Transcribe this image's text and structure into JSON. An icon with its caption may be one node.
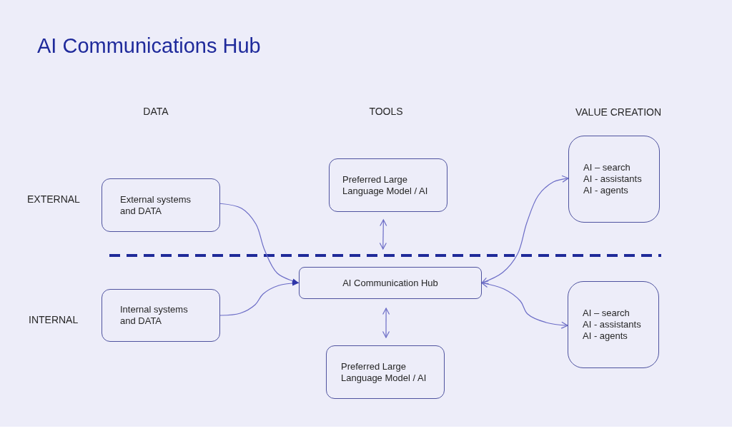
{
  "diagram": {
    "title": "AI Communications Hub",
    "nodes": [
      {
        "text": [
          "External systems and DATA"
        ]
      },
      {
        "text": [
          "Preferred Large Language Model / AI"
        ]
      },
      {
        "text": [
          "AI – search",
          "AI - assistants",
          "AI - agents"
        ]
      },
      {
        "text": [
          "AI Communication Hub"
        ]
      },
      {
        "text": [
          "Internal systems and DATA"
        ]
      },
      {
        "text": [
          "AI – search",
          "AI - assistants",
          "AI - agents"
        ]
      },
      {
        "text": [
          "Preferred Large Language Model / AI"
        ]
      }
    ],
    "edges": [
      {
        "from": 0,
        "to": 3,
        "arrow": "to"
      },
      {
        "from": 4,
        "to": 3,
        "arrow": "to"
      },
      {
        "from": 1,
        "to": 3,
        "arrow": "both"
      },
      {
        "from": 3,
        "to": 6,
        "arrow": "both"
      },
      {
        "from": 3,
        "to": 2,
        "arrow": "both"
      },
      {
        "from": 3,
        "to": 5,
        "arrow": "both"
      }
    ],
    "labels": [
      "DATA",
      "TOOLS",
      "VALUE CREATION",
      "EXTERNAL",
      "INTERNAL"
    ]
  }
}
